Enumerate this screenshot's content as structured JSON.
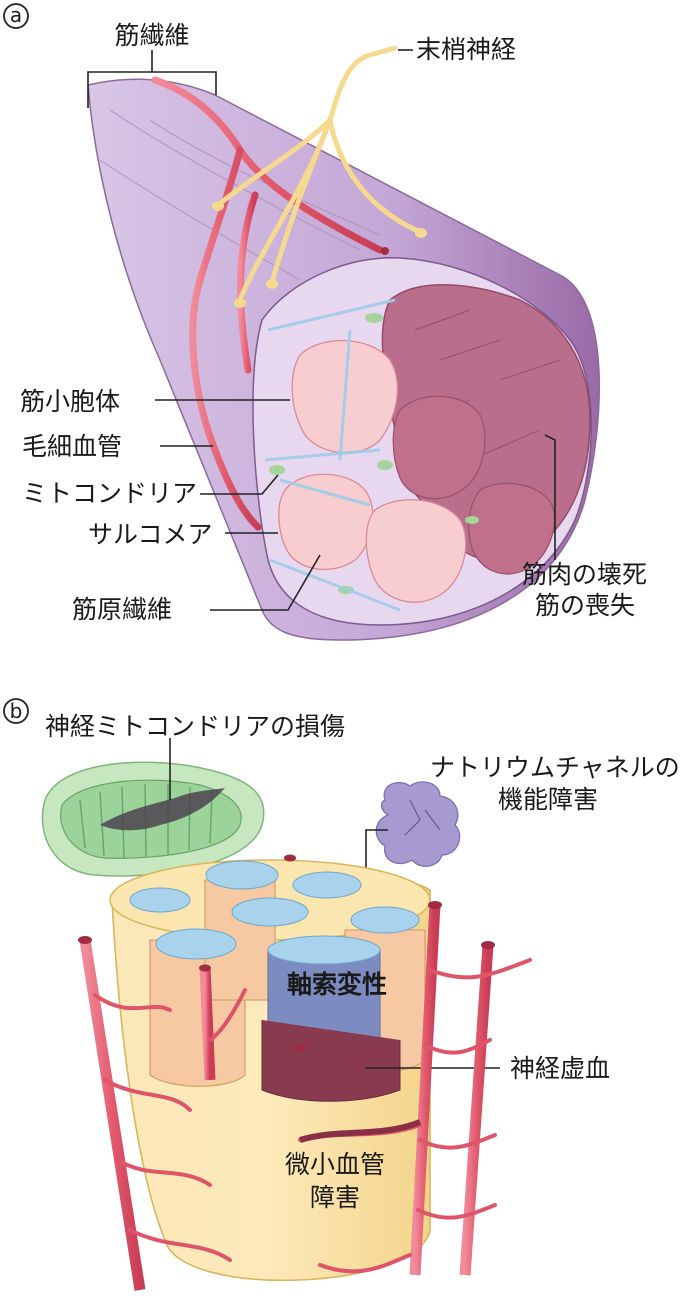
{
  "panels": {
    "a": {
      "letter": "a",
      "labels": {
        "muscle_fiber": "筋繊維",
        "peripheral_nerve": "末梢神経",
        "sarcoplasm": "筋小胞体",
        "capillary": "毛細血管",
        "mitochondria": "ミトコンドリア",
        "sarcomere": "サルコメア",
        "myofibril": "筋原繊維",
        "necrosis_line1": "筋肉の壊死",
        "necrosis_line2": "筋の喪失"
      }
    },
    "b": {
      "letter": "b",
      "labels": {
        "mito_damage": "神経ミトコンドリアの損傷",
        "sodium_line1": "ナトリウムチャネルの",
        "sodium_line2": "機能障害",
        "axon_degeneration": "軸索変性",
        "nerve_ischemia": "神経虚血",
        "microvascular_line1": "微小血管",
        "microvascular_line2": "障害"
      }
    }
  },
  "colors": {
    "fiber_purple": "#cdb6dc",
    "fiber_dark": "#8a5c93",
    "necrosis": "#b05a78",
    "myofibril_pink": "#f7c9cc",
    "capillary_red": "#e0546a",
    "nerve_yellow": "#f6dc91",
    "nerve_sheath": "#fbe6b0",
    "axon_blue": "#a9d3ec",
    "mito_green": "#9bd39a",
    "channel_purple": "#a79ad0"
  }
}
